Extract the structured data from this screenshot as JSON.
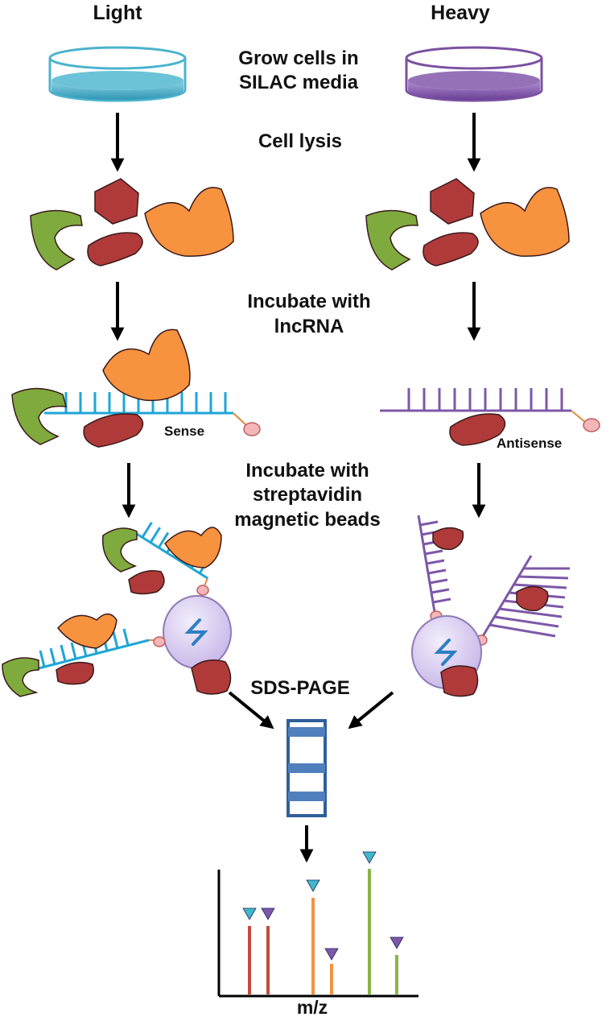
{
  "columns": {
    "left": "Light",
    "right": "Heavy"
  },
  "steps": {
    "grow_line1": "Grow cells in",
    "grow_line2": "SILAC media",
    "lysis": "Cell lysis",
    "incubate_rna_line1": "Incubate with",
    "incubate_rna_line2": "lncRNA",
    "incubate_beads_line1": "Incubate with",
    "incubate_beads_line2": "streptavidin",
    "incubate_beads_line3": "magnetic beads",
    "sds_page": "SDS-PAGE"
  },
  "probes": {
    "sense": "Sense",
    "antisense": "Antisense"
  },
  "spectrum": {
    "xlabel": "m/z"
  },
  "colors": {
    "light_dish": "#4bb3cc",
    "heavy_dish": "#7b51a0",
    "sense_rna": "#1fa6d6",
    "antisense_rna": "#7d58a8",
    "protein_red": "#b03a3a",
    "protein_orange": "#f7923f",
    "protein_green": "#7fab3e",
    "bead": "#d9cdf0",
    "biotin": "#f4b6b8",
    "gel": "#2f5f9a"
  }
}
